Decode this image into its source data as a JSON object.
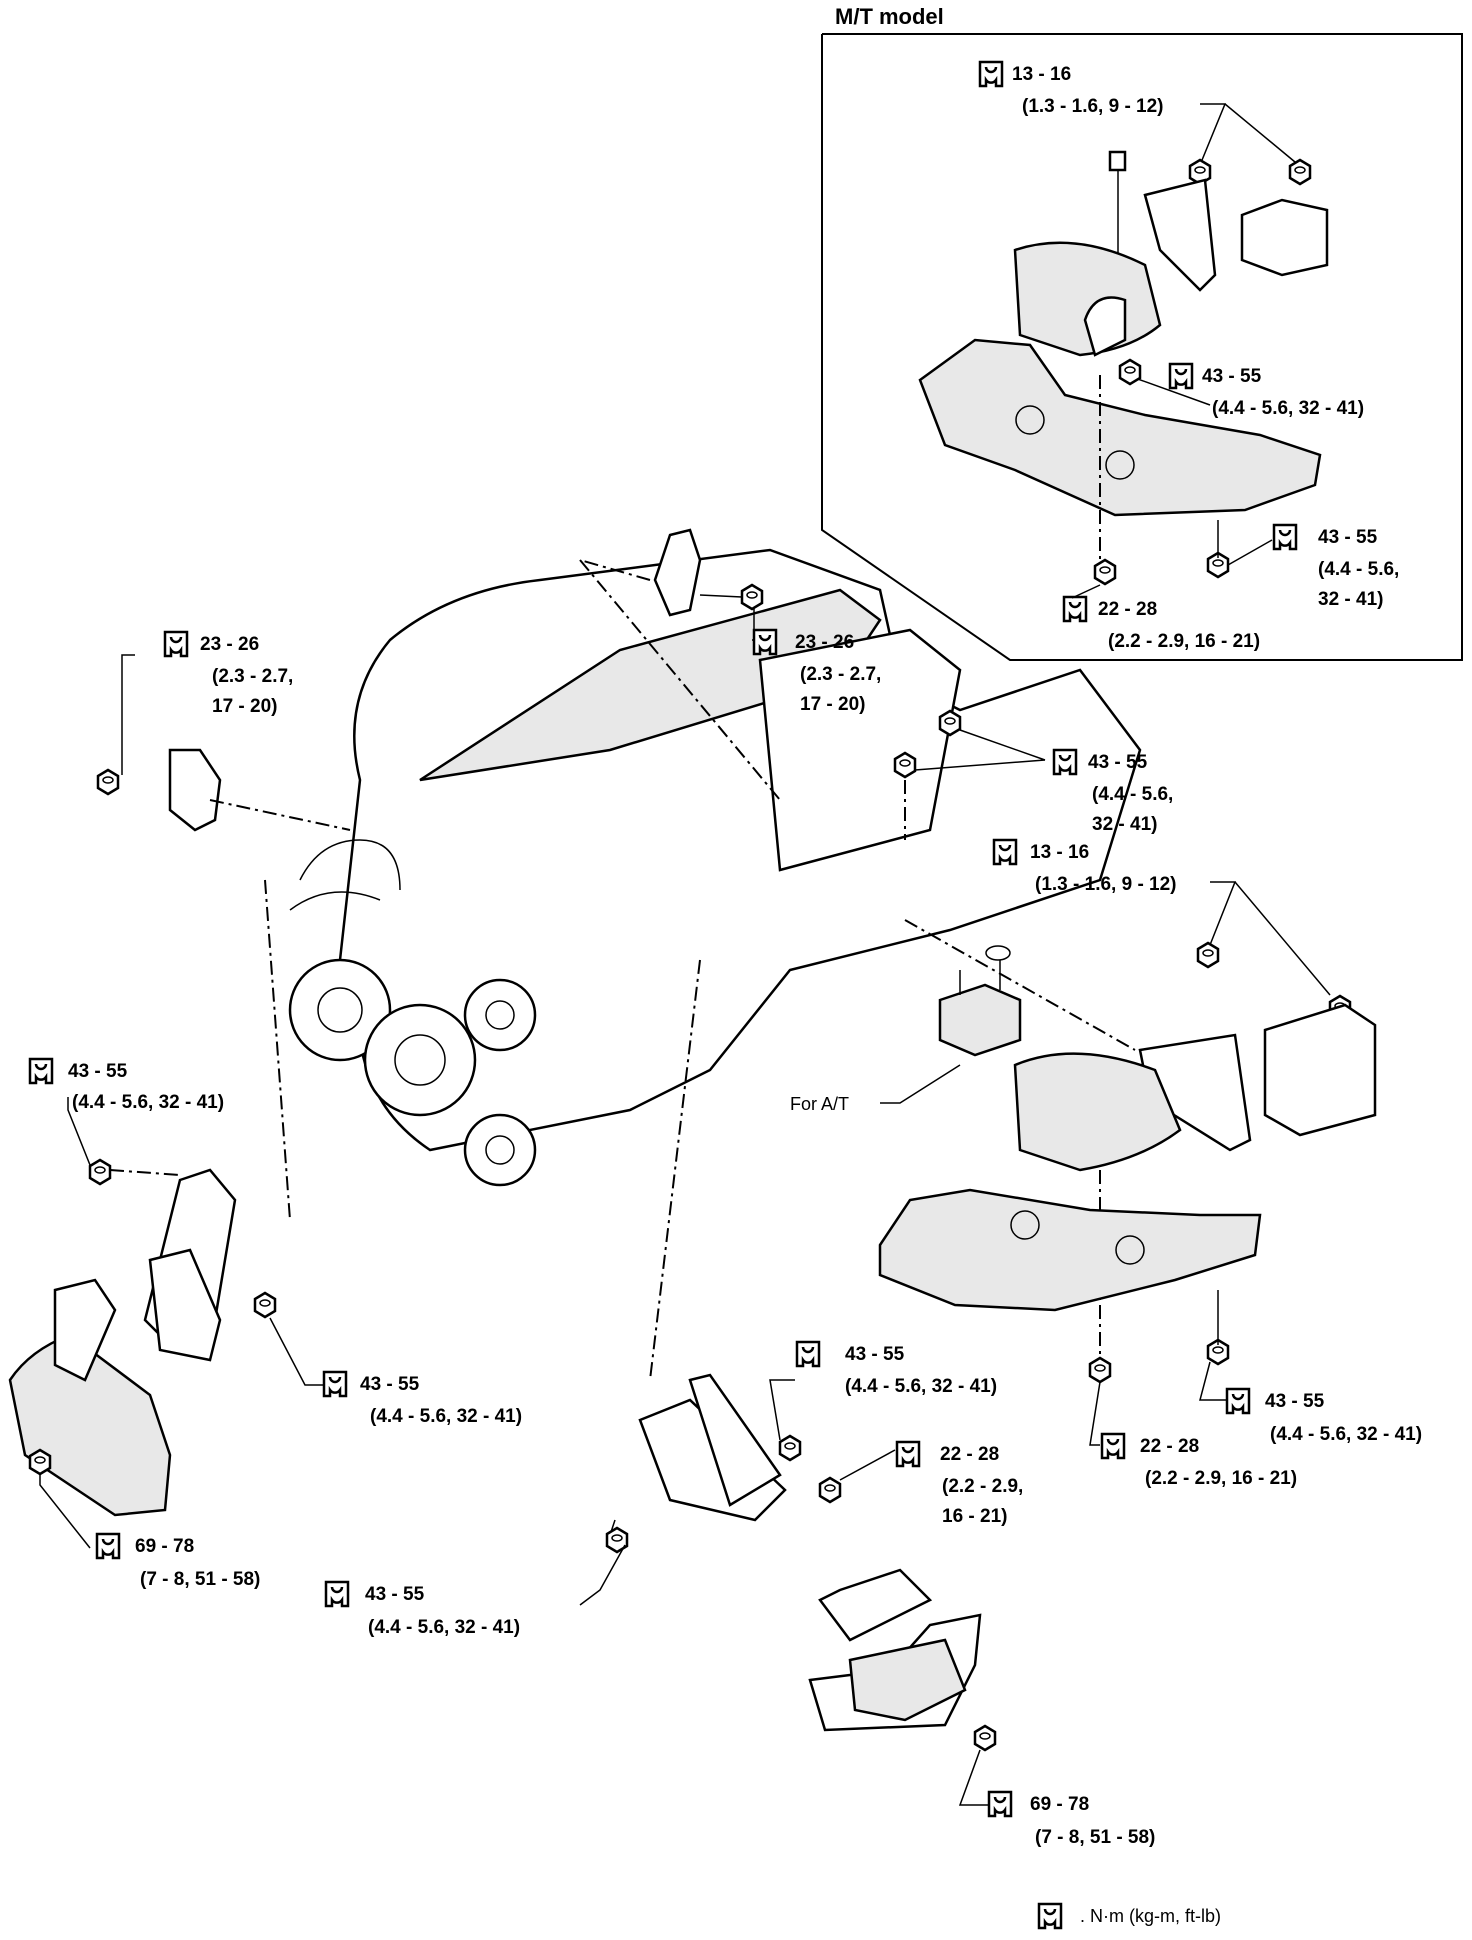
{
  "mt_model": {
    "title": "M/T model",
    "t1": [
      "13 - 16",
      "(1.3 - 1.6, 9 - 12)"
    ],
    "t2": [
      "43 - 55",
      "(4.4 - 5.6, 32 - 41)"
    ],
    "t3": [
      "43 - 55",
      "(4.4 - 5.6,",
      "32 - 41)"
    ],
    "t4": [
      "22 - 28",
      "(2.2 - 2.9, 16 - 21)"
    ]
  },
  "main": {
    "t_left_bracket": [
      "23 - 26",
      "(2.3 - 2.7,",
      "17 - 20)"
    ],
    "t_top_bracket": [
      "23 - 26",
      "(2.3 - 2.7,",
      "17 - 20)"
    ],
    "t_mount_nuts": [
      "43 - 55",
      "(4.4 - 5.6,",
      "32 - 41)"
    ],
    "t_rear_mount": [
      "13 - 16",
      "(1.3 - 1.6, 9 - 12)"
    ],
    "for_at": "For A/T",
    "t_left_bolt": [
      "43 - 55",
      "(4.4 - 5.6, 32 - 41)"
    ],
    "t_left_nut": [
      "43 - 55",
      "(4.4 - 5.6, 32 - 41)"
    ],
    "t_left_mount": [
      "69 - 78",
      "(7 - 8, 51 - 58)"
    ],
    "t_right_bolt": [
      "43 - 55",
      "(4.4 - 5.6, 32 - 41)"
    ],
    "t_right_stud_nut": [
      "22 - 28",
      "(2.2 - 2.9,",
      "16 - 21)"
    ],
    "t_right_bracket_nut": [
      "43 - 55",
      "(4.4 - 5.6, 32 - 41)"
    ],
    "t_right_mount": [
      "69 - 78",
      "(7 - 8, 51 - 58)"
    ],
    "t_member_nut": [
      "22 - 28",
      "(2.2 - 2.9, 16 - 21)"
    ],
    "t_member_bolt": [
      "43 - 55",
      "(4.4 - 5.6, 32 - 41)"
    ]
  },
  "legend": {
    "units": ". N·m (kg-m, ft-lb)"
  }
}
